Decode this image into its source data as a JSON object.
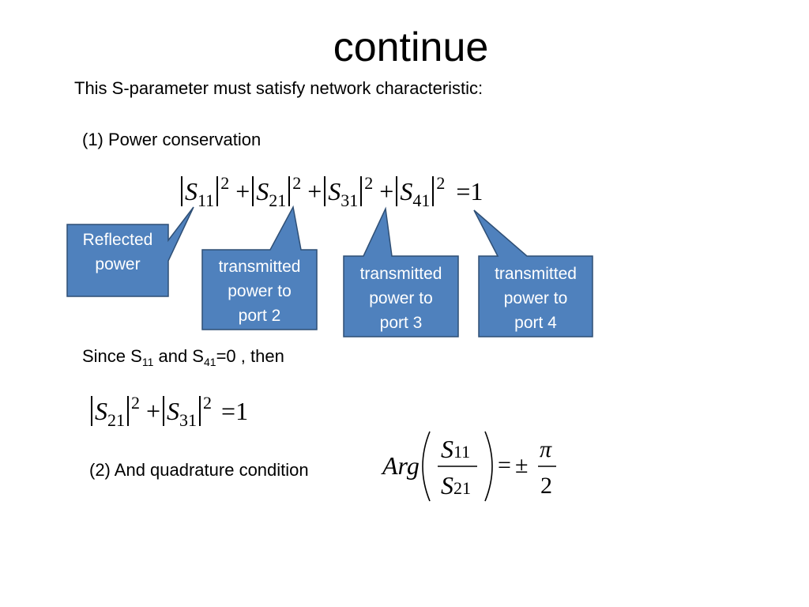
{
  "slide": {
    "title": "continue",
    "intro": "This S-parameter must satisfy network characteristic:",
    "item1": "(1) Power conservation",
    "since": {
      "pre": "Since S",
      "s1": "11",
      "mid": " and S",
      "s2": "41",
      "post": "=0 , then"
    },
    "item2": "(2) And quadrature condition"
  },
  "equation1": {
    "terms": [
      {
        "symbol": "S",
        "sub": "11",
        "sup": "2"
      },
      {
        "symbol": "S",
        "sub": "21",
        "sup": "2"
      },
      {
        "symbol": "S",
        "sub": "31",
        "sup": "2"
      },
      {
        "symbol": "S",
        "sub": "41",
        "sup": "2"
      }
    ],
    "plus": "+",
    "equals": "=",
    "rhs": "1"
  },
  "equation2": {
    "terms": [
      {
        "symbol": "S",
        "sub": "21",
        "sup": "2"
      },
      {
        "symbol": "S",
        "sub": "31",
        "sup": "2"
      }
    ],
    "plus": "+",
    "equals": "=",
    "rhs": "1"
  },
  "equation3": {
    "func": "Arg",
    "num": {
      "symbol": "S",
      "sub": "11"
    },
    "den": {
      "symbol": "S",
      "sub": "21"
    },
    "equals": "=",
    "pm": "±",
    "frac_num": "π",
    "frac_den": "2"
  },
  "callouts": [
    {
      "line1": "Reflected",
      "line2": "power",
      "line3": ""
    },
    {
      "line1": "transmitted",
      "line2": "power to",
      "line3": "port 2"
    },
    {
      "line1": "transmitted",
      "line2": "power to",
      "line3": "port 3"
    },
    {
      "line1": "transmitted",
      "line2": "power to",
      "line3": "port 4"
    }
  ],
  "colors": {
    "callout_fill": "#4F81BD",
    "callout_stroke": "#2F4F75",
    "callout_text": "#ffffff"
  }
}
